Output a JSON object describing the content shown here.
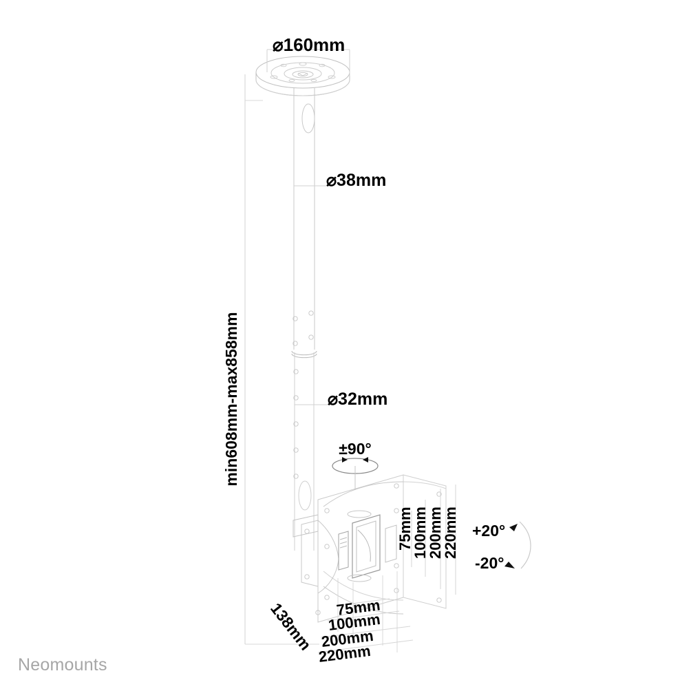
{
  "document": {
    "type": "technical-drawing",
    "subject": "Ceiling mount for flat screen display",
    "brand": "Neomounts",
    "background_color": "#ffffff",
    "line_color": "#bfbfbf",
    "dimension_line_color": "#c8c8c8",
    "text_color": "#000000",
    "brand_color": "#a6a6a6"
  },
  "dimensions": {
    "ceiling_plate_diameter": "⌀160mm",
    "upper_tube_diameter": "⌀38mm",
    "lower_tube_diameter": "⌀32mm",
    "height_range": "min608mm-max858mm",
    "depth": "138mm",
    "rotation": "±90°",
    "tilt_up": "+20°",
    "tilt_down": "-20°"
  },
  "vesa_vertical": [
    {
      "label": "75mm"
    },
    {
      "label": "100mm"
    },
    {
      "label": "200mm"
    },
    {
      "label": "220mm"
    }
  ],
  "vesa_horizontal": [
    {
      "label": "75mm"
    },
    {
      "label": "100mm"
    },
    {
      "label": "200mm"
    },
    {
      "label": "220mm"
    }
  ],
  "labels": {
    "diameter_160": "⌀160mm",
    "diameter_38": "⌀38mm",
    "diameter_32": "⌀32mm",
    "height_range": "min608mm-max858mm",
    "depth_138": "138mm",
    "rotation_90": "±90°",
    "tilt_plus_20": "+20°",
    "tilt_minus_20": "-20°",
    "vesa_v_75": "75mm",
    "vesa_v_100": "100mm",
    "vesa_v_200": "200mm",
    "vesa_v_220": "220mm",
    "vesa_h_75": "75mm",
    "vesa_h_100": "100mm",
    "vesa_h_200": "200mm",
    "vesa_h_220": "220mm",
    "brand": "Neomounts"
  }
}
